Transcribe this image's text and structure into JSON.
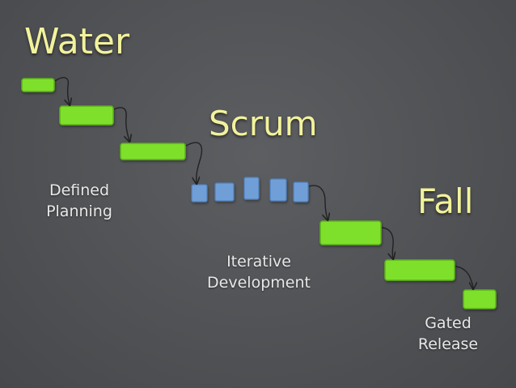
{
  "titles": {
    "water": "Water",
    "scrum": "Scrum",
    "fall": "Fall"
  },
  "captions": {
    "defined_line1": "Defined",
    "defined_line2": "Planning",
    "iterative_line1": "Iterative",
    "iterative_line2": "Development",
    "gated_line1": "Gated",
    "gated_line2": "Release"
  },
  "colors": {
    "background": "#55575a",
    "title_text": "#f2f29c",
    "caption_text": "#e8e8e8",
    "waterfall_block": "#7ee02a",
    "scrum_block": "#6f9fd8",
    "arrow": "#222222"
  }
}
